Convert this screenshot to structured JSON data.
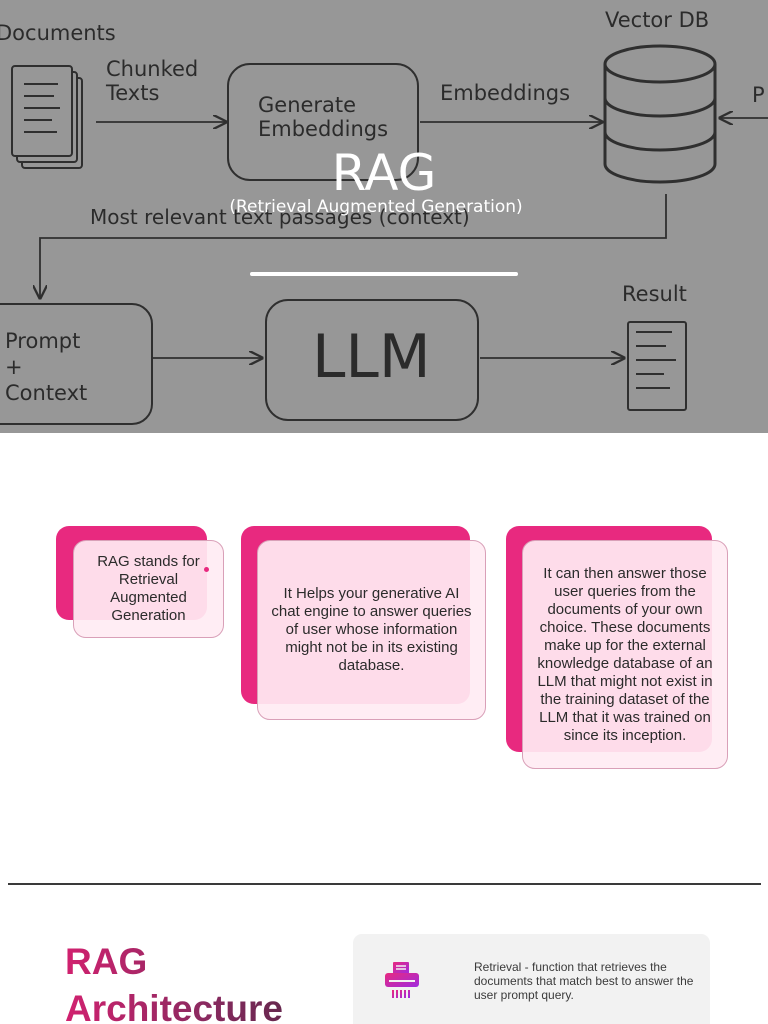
{
  "hero": {
    "title": "RAG",
    "subtitle": "(Retrieval Augmented Generation)",
    "diagram": {
      "documents_label": "Documents",
      "chunked_label": "Chunked\nTexts",
      "generate_label": "Generate\nEmbeddings",
      "embeddings_label": "Embeddings",
      "vector_db_label": "Vector DB",
      "cut_off_label": "P",
      "context_label": "Most relevant text passages (context)",
      "prompt_label": "Prompt\n+\nContext",
      "llm_label": "LLM",
      "result_label": "Result"
    }
  },
  "cards": [
    {
      "text": "RAG stands for Retrieval Augmented Generation"
    },
    {
      "text": "It Helps your generative AI chat engine to answer queries of user whose information might not be in its existing database."
    },
    {
      "text": "It can then answer those user queries from the documents of your own choice. These documents make up for the external knowledge database of an LLM that might not exist in the training dataset of the LLM that it was trained on since its inception."
    }
  ],
  "architecture": {
    "heading_line1": "RAG",
    "heading_line2": "Architecture",
    "retrieval_icon": "shredder-icon",
    "retrieval_text": "Retrieval - function that retrieves the documents that match best to answer the user prompt query."
  },
  "colors": {
    "accent": "#e8297f",
    "card_bg": "#ffebf3",
    "heading_gradient_start": "#d1216f",
    "heading_gradient_end": "#4a2540"
  }
}
